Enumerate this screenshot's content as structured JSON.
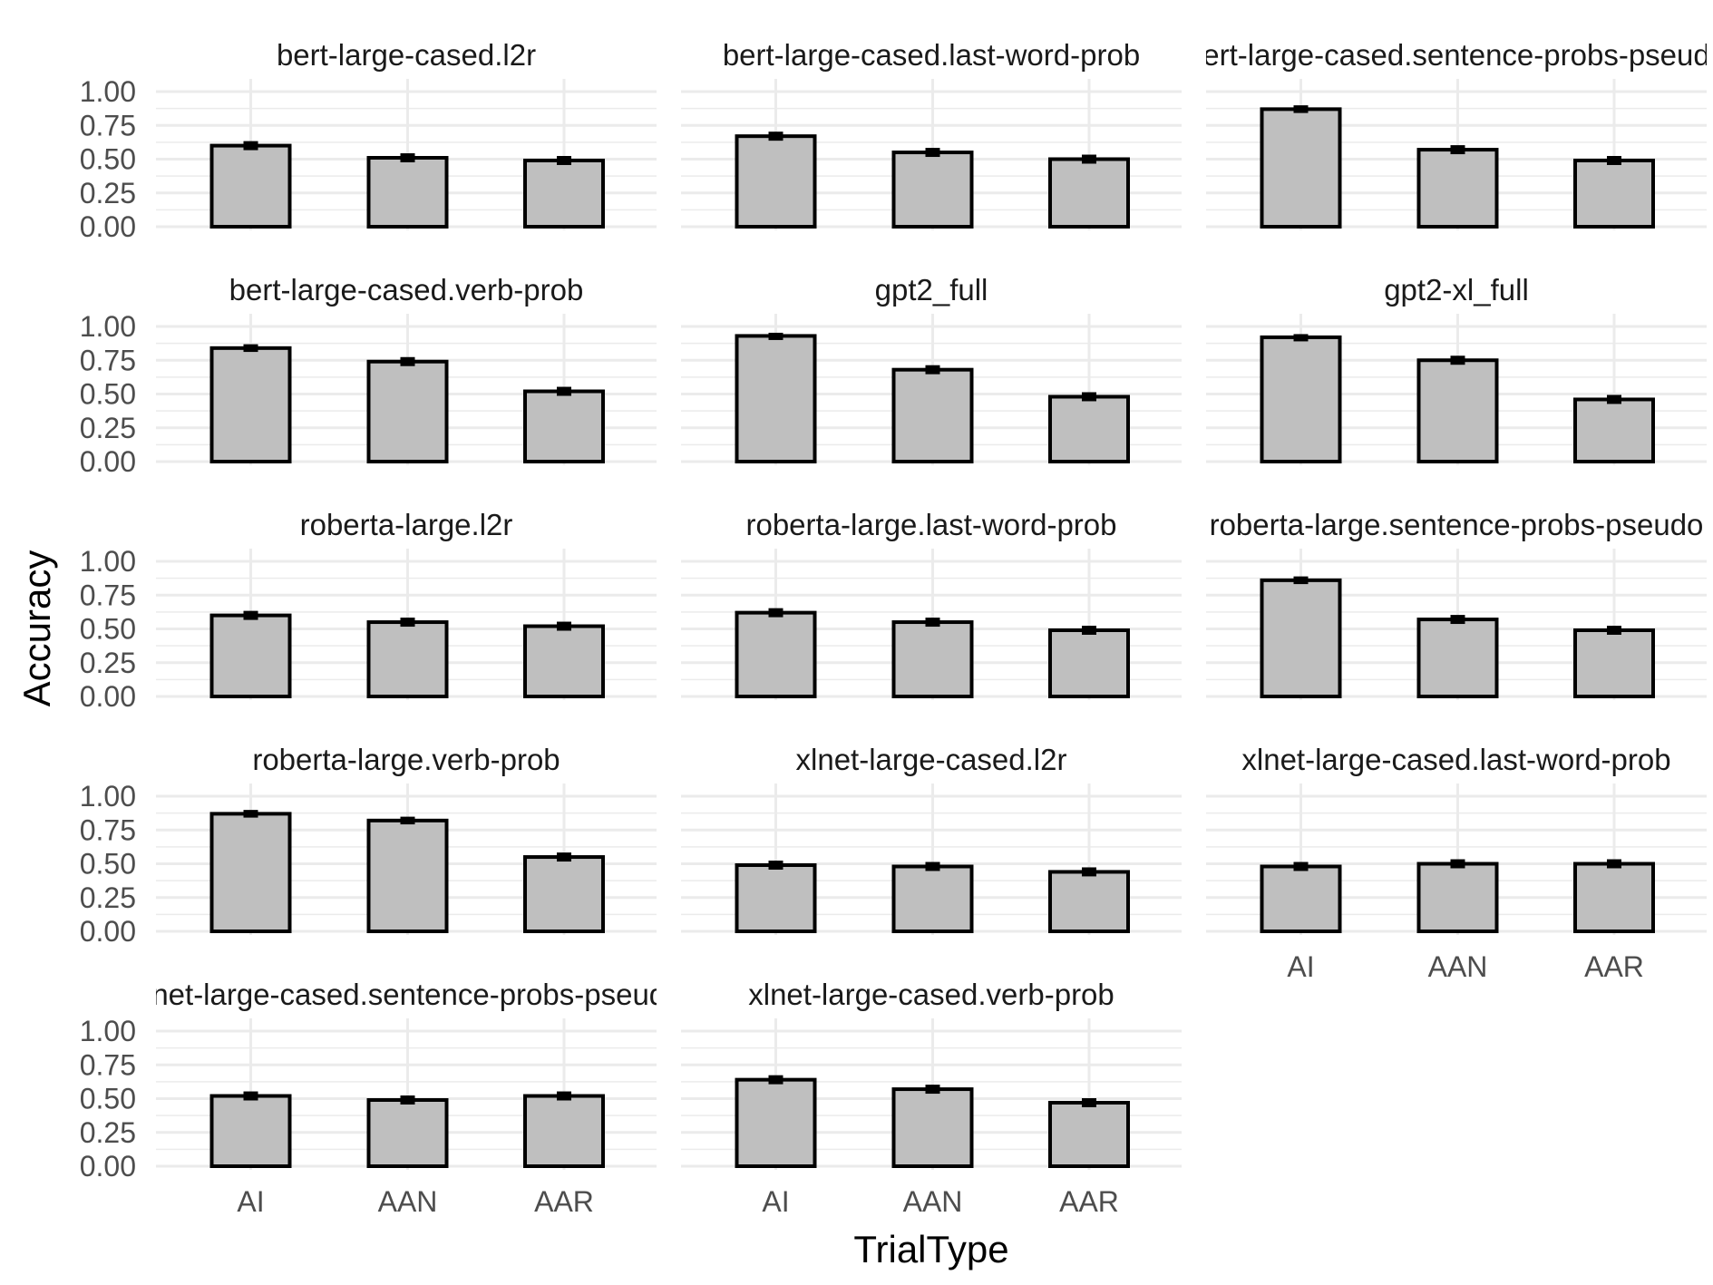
{
  "chart_data": {
    "type": "bar",
    "xlabel": "TrialType",
    "ylabel": "Accuracy",
    "categories": [
      "AI",
      "AAN",
      "AAR"
    ],
    "ylim": [
      0,
      1
    ],
    "yticks": [
      "0.00",
      "0.25",
      "0.50",
      "0.75",
      "1.00"
    ],
    "grid": true,
    "bar_fill": "#bfbfbf",
    "bar_stroke": "#000000",
    "grid_color": "#ebebeb",
    "panels": [
      {
        "title": "bert-large-cased.l2r",
        "values": [
          0.6,
          0.51,
          0.49
        ],
        "errors": [
          0.02,
          0.02,
          0.02
        ]
      },
      {
        "title": "bert-large-cased.last-word-prob",
        "values": [
          0.67,
          0.55,
          0.5
        ],
        "errors": [
          0.02,
          0.02,
          0.02
        ]
      },
      {
        "title": "bert-large-cased.sentence-probs-pseudo",
        "values": [
          0.87,
          0.57,
          0.49
        ],
        "errors": [
          0.015,
          0.02,
          0.02
        ]
      },
      {
        "title": "bert-large-cased.verb-prob",
        "values": [
          0.84,
          0.74,
          0.52
        ],
        "errors": [
          0.015,
          0.02,
          0.02
        ]
      },
      {
        "title": "gpt2_full",
        "values": [
          0.93,
          0.68,
          0.48
        ],
        "errors": [
          0.01,
          0.02,
          0.02
        ]
      },
      {
        "title": "gpt2-xl_full",
        "values": [
          0.92,
          0.75,
          0.46
        ],
        "errors": [
          0.01,
          0.02,
          0.02
        ]
      },
      {
        "title": "roberta-large.l2r",
        "values": [
          0.6,
          0.55,
          0.52
        ],
        "errors": [
          0.02,
          0.02,
          0.02
        ]
      },
      {
        "title": "roberta-large.last-word-prob",
        "values": [
          0.62,
          0.55,
          0.49
        ],
        "errors": [
          0.02,
          0.02,
          0.02
        ]
      },
      {
        "title": "roberta-large.sentence-probs-pseudo",
        "values": [
          0.86,
          0.57,
          0.49
        ],
        "errors": [
          0.015,
          0.02,
          0.02
        ]
      },
      {
        "title": "roberta-large.verb-prob",
        "values": [
          0.87,
          0.82,
          0.55
        ],
        "errors": [
          0.015,
          0.015,
          0.02
        ]
      },
      {
        "title": "xlnet-large-cased.l2r",
        "values": [
          0.49,
          0.48,
          0.44
        ],
        "errors": [
          0.02,
          0.02,
          0.02
        ]
      },
      {
        "title": "xlnet-large-cased.last-word-prob",
        "values": [
          0.48,
          0.5,
          0.5
        ],
        "errors": [
          0.02,
          0.02,
          0.02
        ]
      },
      {
        "title": "xlnet-large-cased.sentence-probs-pseudo",
        "values": [
          0.52,
          0.49,
          0.52
        ],
        "errors": [
          0.02,
          0.02,
          0.02
        ]
      },
      {
        "title": "xlnet-large-cased.verb-prob",
        "values": [
          0.64,
          0.57,
          0.47
        ],
        "errors": [
          0.02,
          0.02,
          0.02
        ]
      }
    ]
  }
}
